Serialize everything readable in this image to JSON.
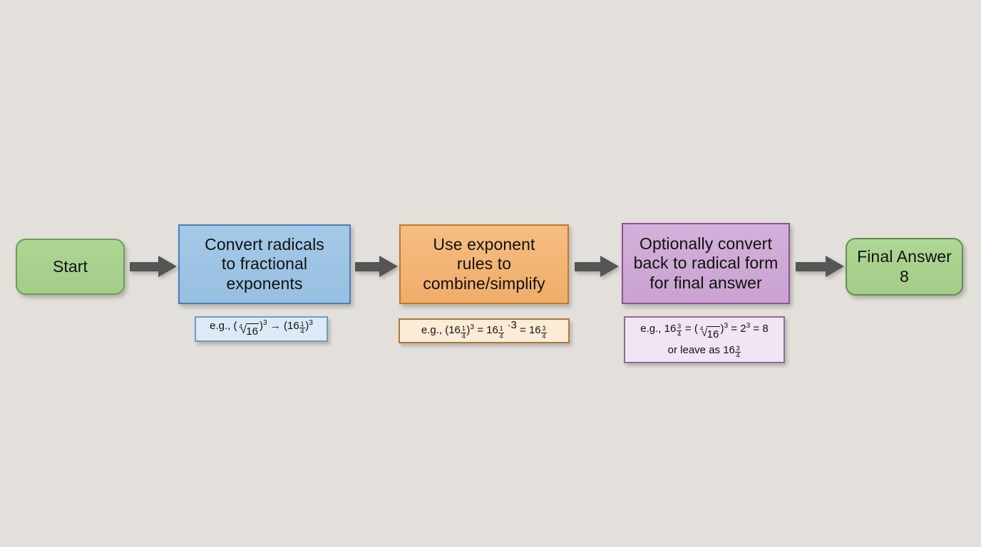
{
  "diagram": {
    "title": "Radical to fractional exponent conversion flowchart",
    "background_color": "#e3e0db",
    "arrow_color": "#555555",
    "nodes": [
      {
        "id": "start",
        "label": "Start",
        "shape": "rounded-rectangle",
        "fill": "#a9d18e",
        "border": "#6d9e55"
      },
      {
        "id": "convert-radicals",
        "label": "Convert radicals\nto fractional\nexponents",
        "shape": "rectangle",
        "fill": "#9dc3e6",
        "border": "#4a7ebb"
      },
      {
        "id": "exponent-rules",
        "label": "Use exponent\nrules to\ncombine/simplify",
        "shape": "rectangle",
        "fill": "#f4b678",
        "border": "#c07a28"
      },
      {
        "id": "convert-back",
        "label": "Optionally convert\nback to radical form\nfor final answer",
        "shape": "rectangle",
        "fill": "#ceacd4",
        "border": "#8e4f9e"
      },
      {
        "id": "final-answer",
        "label": "Final Answer\n8",
        "shape": "rounded-rectangle",
        "fill": "#a9d18e",
        "border": "#5f9149"
      }
    ],
    "notes": [
      {
        "id": "note-convert-radicals",
        "attached_to": "convert-radicals",
        "fill": "#dce9f6",
        "border": "#6f9cc4",
        "plain_text": "e.g., (∛√16)³ → (16^(1/4))³",
        "parts": {
          "prefix": "e.g., (",
          "radical_index": "4",
          "radicand": "16",
          "after_radical": ")",
          "exp1": "3",
          "arrow": "→",
          "open2": "(",
          "base2": "16",
          "frac_num": "1",
          "frac_den": "4",
          "close2": ")",
          "exp2": "3"
        }
      },
      {
        "id": "note-exponent-rules",
        "attached_to": "exponent-rules",
        "fill": "#fcecd6",
        "border": "#b1783a",
        "plain_text": "e.g., (16^(1/4))³ = 16^(1/4 · 3) = 16^(3/4)",
        "parts": {
          "prefix": "e.g., (",
          "base1": "16",
          "f1_num": "1",
          "f1_den": "4",
          "close1": ")",
          "exp1": "3",
          "eq1": "=",
          "base2": "16",
          "f2_num": "1",
          "f2_den": "4",
          "dot": "·",
          "mult": "3",
          "eq2": "=",
          "base3": "16",
          "f3_num": "3",
          "f3_den": "4"
        }
      },
      {
        "id": "note-convert-back",
        "attached_to": "convert-back",
        "fill": "#f1e4f3",
        "border": "#8e6a9c",
        "plain_text_line1": "e.g., 16^(3/4) = (∜16)³ = 2³ = 8",
        "plain_text_line2": "or leave as 16^(3/4)",
        "parts": {
          "prefix": "e.g., ",
          "base1": "16",
          "f1_num": "3",
          "f1_den": "4",
          "eq1": "=",
          "open": "(",
          "radical_index": "4",
          "radicand": "16",
          "close": ")",
          "exp1": "3",
          "eq2": "=",
          "base2": "2",
          "exp2": "3",
          "eq3": "=",
          "result": "8",
          "line2_prefix": "or leave as ",
          "line2_base": "16",
          "f2_num": "3",
          "f2_den": "4"
        }
      }
    ],
    "arrows": [
      {
        "id": "arrow-start-to-convert",
        "from": "start",
        "to": "convert-radicals"
      },
      {
        "id": "arrow-convert-to-rules",
        "from": "convert-radicals",
        "to": "exponent-rules"
      },
      {
        "id": "arrow-rules-to-back",
        "from": "exponent-rules",
        "to": "convert-back"
      },
      {
        "id": "arrow-back-to-final",
        "from": "convert-back",
        "to": "final-answer"
      }
    ]
  }
}
